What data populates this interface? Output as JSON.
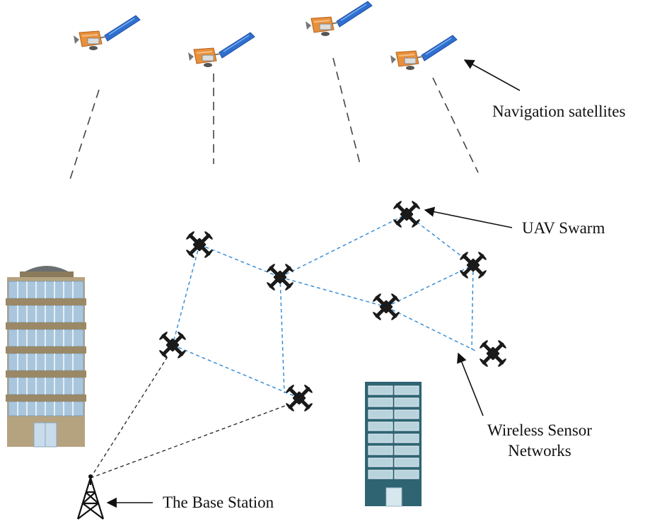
{
  "labels": {
    "navigation_satellites": "Navigation satellites",
    "uav_swarm": "UAV Swarm",
    "wireless_sensor_networks_line1": "Wireless Sensor",
    "wireless_sensor_networks_line2": "Networks",
    "base_station": "The Base Station"
  },
  "colors": {
    "satellite_link": "#444444",
    "swarm_link": "#3a8fd6",
    "base_link": "#222222",
    "drone": "#1a1a1a",
    "solar_panel": "#2f6fd0",
    "satellite_body": "#e8903a",
    "building_left_wall": "#b5a27f",
    "building_left_glass": "#a9c6dd",
    "building_right_wall": "#2f6472",
    "building_right_glass": "#b9d3dd"
  },
  "icons": {
    "satellite": "satellite-icon",
    "drone": "quadcopter-drone-icon",
    "tower": "radio-tower-icon",
    "building": "office-building-icon"
  }
}
